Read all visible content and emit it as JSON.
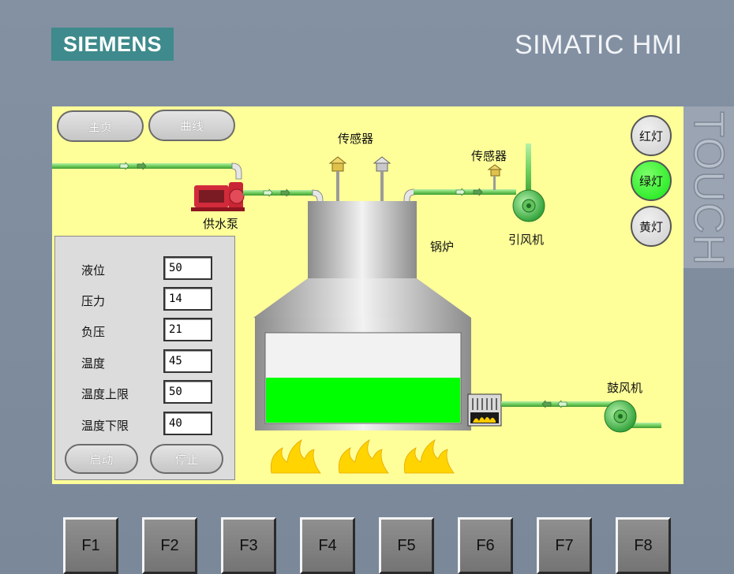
{
  "bezel": {
    "brand_logo": "SIEMENS",
    "product": "SIMATIC HMI",
    "touch_label": "TOUCH"
  },
  "nav": {
    "home": "主页",
    "curve": "曲线"
  },
  "lamps": [
    {
      "label": "红灯",
      "state": "off"
    },
    {
      "label": "绿灯",
      "state": "on"
    },
    {
      "label": "黄灯",
      "state": "off"
    }
  ],
  "process": {
    "sensor_boiler": "传感器",
    "sensor_fan": "传感器",
    "pump": "供水泵",
    "boiler": "锅炉",
    "induced_fan": "引风机",
    "blower_fan": "鼓风机",
    "water_level_fraction": 0.5
  },
  "readings": [
    {
      "label": "液位",
      "value": "50"
    },
    {
      "label": "压力",
      "value": "14"
    },
    {
      "label": "负压",
      "value": "21"
    },
    {
      "label": "温度",
      "value": "45"
    },
    {
      "label": "温度上限",
      "value": "50"
    },
    {
      "label": "温度下限",
      "value": "40"
    }
  ],
  "controls": {
    "start": "启动",
    "stop": "停止"
  },
  "function_keys": [
    "F1",
    "F2",
    "F3",
    "F4",
    "F5",
    "F6",
    "F7",
    "F8"
  ],
  "colors": {
    "screen_bg": "#ffff99",
    "pipe": "#7fd66f",
    "water": "#00ff00",
    "lamp_on": "#14e614",
    "logo_bg": "#3e8a8c"
  }
}
